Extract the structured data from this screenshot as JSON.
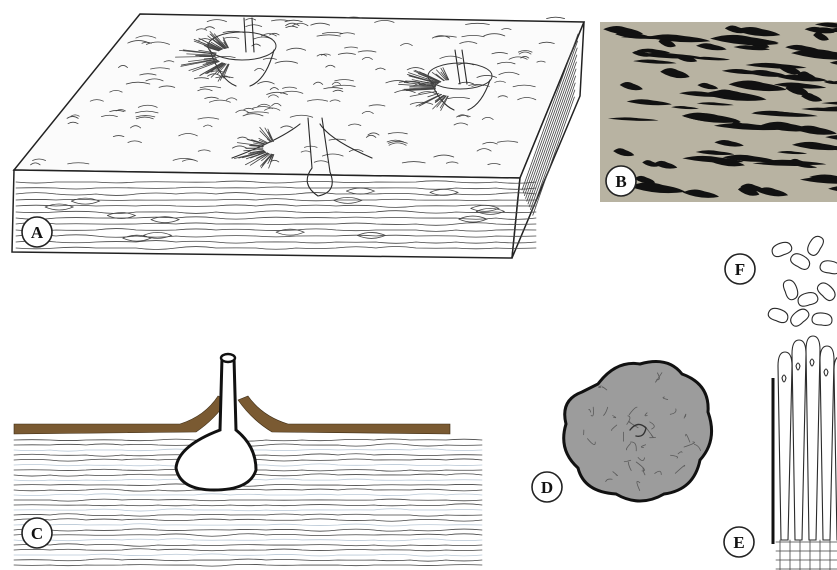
{
  "figure": {
    "panels": [
      {
        "id": "A",
        "label": "A"
      },
      {
        "id": "B",
        "label": "B"
      },
      {
        "id": "C",
        "label": "C"
      },
      {
        "id": "D",
        "label": "D"
      },
      {
        "id": "E",
        "label": "E"
      },
      {
        "id": "F",
        "label": "F"
      }
    ],
    "colors": {
      "line": "#2a2a2a",
      "photo_background": "#b8b3a2",
      "photo_dark": "#111111",
      "bark_layer": "#7a5a32",
      "stroma_fill": "#9c9c9c",
      "wood_blue_tint": "#b9c8d6"
    }
  }
}
